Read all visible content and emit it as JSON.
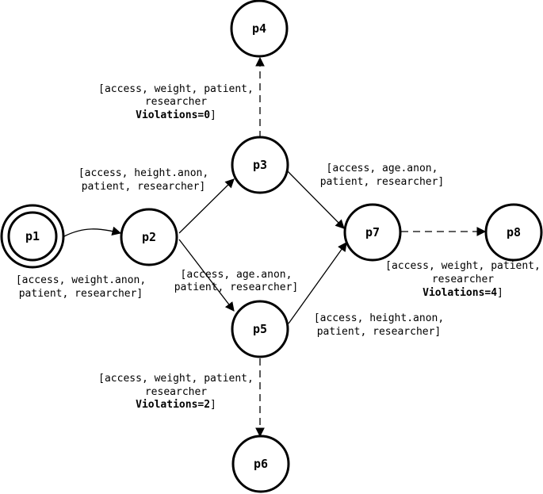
{
  "nodes": {
    "p1": "p1",
    "p2": "p2",
    "p3": "p3",
    "p4": "p4",
    "p5": "p5",
    "p6": "p6",
    "p7": "p7",
    "p8": "p8"
  },
  "edges": {
    "p1_p2": {
      "line1": "[access, weight.anon,",
      "line2": "patient, researcher]"
    },
    "p2_p3": {
      "line1": "[access, height.anon,",
      "line2": "patient, researcher]"
    },
    "p2_p5": {
      "line1": "[access, age.anon,",
      "line2": "patient, researcher]"
    },
    "p3_p7": {
      "line1": "[access, age.anon,",
      "line2": "patient, researcher]"
    },
    "p5_p7": {
      "line1": "[access, height.anon,",
      "line2": "patient, researcher]"
    },
    "p3_p4": {
      "line1": "[access, weight, patient,",
      "line2": "researcher",
      "line3": "Violations=0",
      "line3_tail": "]"
    },
    "p5_p6": {
      "line1": "[access, weight, patient,",
      "line2": "researcher",
      "line3": "Violations=2",
      "line3_tail": "]"
    },
    "p7_p8": {
      "line1": "[access, weight, patient,",
      "line2": "researcher",
      "line3": "Violations=4",
      "line3_tail": "]"
    }
  }
}
